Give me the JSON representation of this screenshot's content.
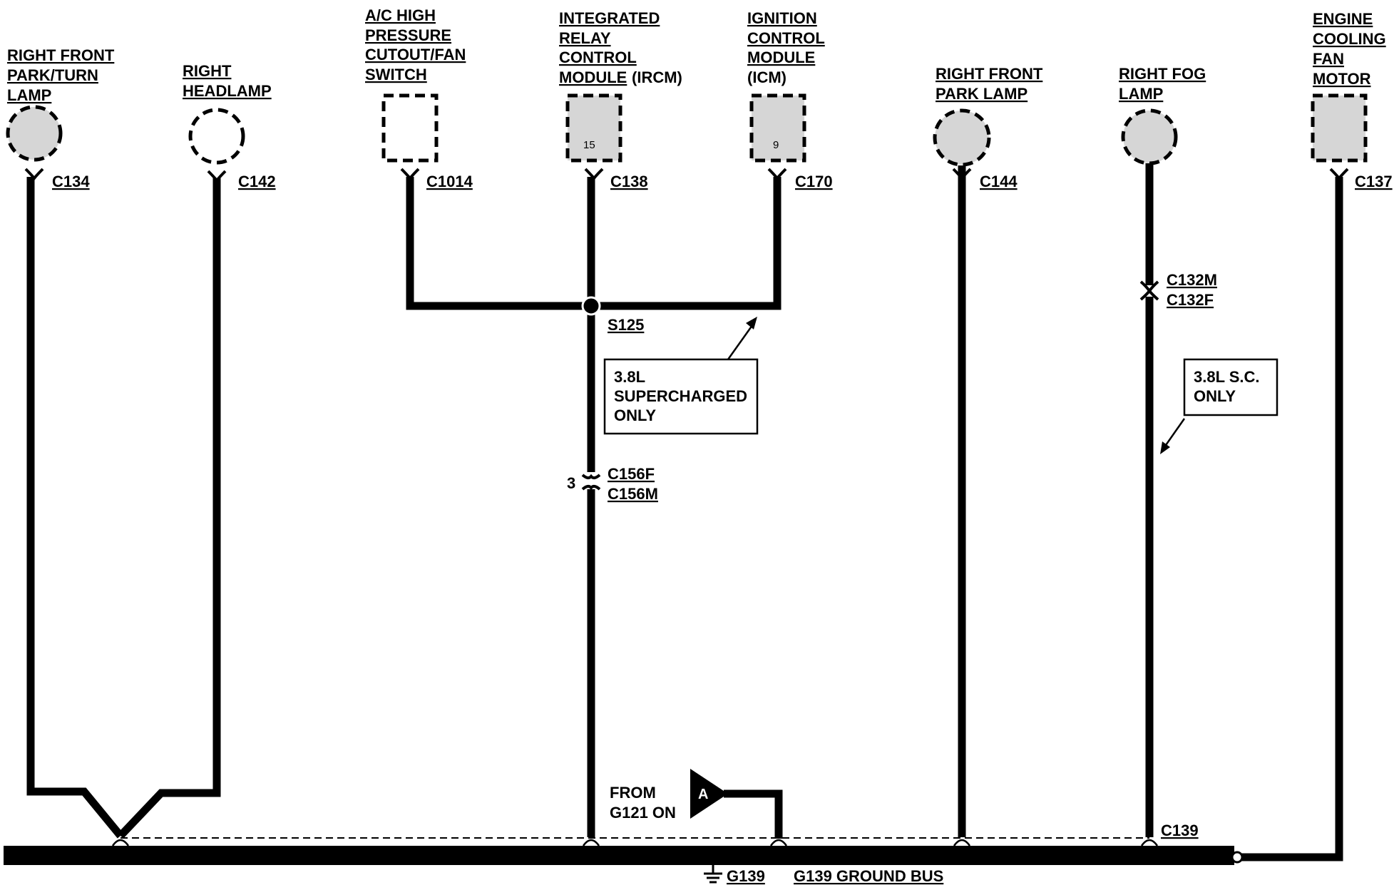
{
  "components": {
    "right_front_park_turn_lamp": [
      "RIGHT FRONT",
      "PARK/TURN",
      "LAMP"
    ],
    "right_headlamp": [
      "RIGHT",
      "HEADLAMP"
    ],
    "ac_switch": [
      "A/C HIGH",
      "PRESSURE",
      "CUTOUT/FAN",
      "SWITCH"
    ],
    "ircm": [
      "INTEGRATED",
      "RELAY",
      "CONTROL",
      "MODULE"
    ],
    "ircm_suffix": "(IRCM)",
    "icm": [
      "IGNITION",
      "CONTROL",
      "MODULE",
      "(ICM)"
    ],
    "right_front_park_lamp": [
      "RIGHT FRONT",
      "PARK LAMP"
    ],
    "right_fog_lamp": [
      "RIGHT FOG",
      "LAMP"
    ],
    "engine_cooling_fan_motor": [
      "ENGINE",
      "COOLING",
      "FAN",
      "MOTOR"
    ]
  },
  "pins": {
    "ircm": "15",
    "icm": "9",
    "c156": "3"
  },
  "connectors": {
    "c134": "C134",
    "c142": "C142",
    "c1014": "C1014",
    "c138": "C138",
    "c170": "C170",
    "c144": "C144",
    "c137": "C137",
    "c132m": "C132M",
    "c132f": "C132F",
    "c156f": "C156F",
    "c156m": "C156M",
    "c139": "C139"
  },
  "splice": "S125",
  "notes": {
    "supercharged": [
      "3.8L",
      "SUPERCHARGED",
      "ONLY"
    ],
    "sc_only": [
      "3.8L S.C.",
      "ONLY"
    ],
    "from": [
      "FROM",
      "G121 ON"
    ],
    "off_page_ref": "A"
  },
  "ground": {
    "id": "G139",
    "bus": "G139 GROUND BUS"
  }
}
